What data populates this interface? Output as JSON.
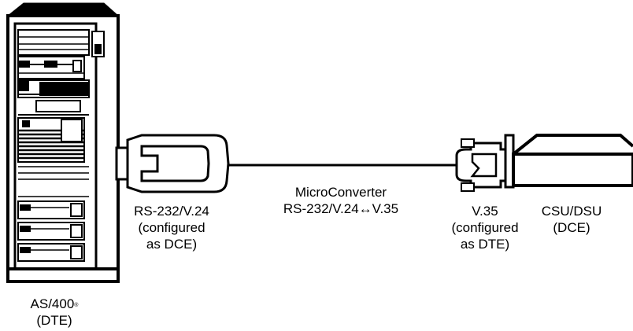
{
  "labels": {
    "as400": {
      "name": "AS/400",
      "mark": "®",
      "role": "(DTE)"
    },
    "rs232": {
      "line1": "RS-232/V.24",
      "line2": "(configured",
      "line3": "as DCE)"
    },
    "microconverter": {
      "line1": "MicroConverter",
      "line2": "RS-232/V.24↔V.35"
    },
    "v35": {
      "line1": "V.35",
      "line2": "(configured",
      "line3": "as DTE)"
    },
    "csudsu": {
      "line1": "CSU/DSU",
      "line2": "(DCE)"
    }
  }
}
